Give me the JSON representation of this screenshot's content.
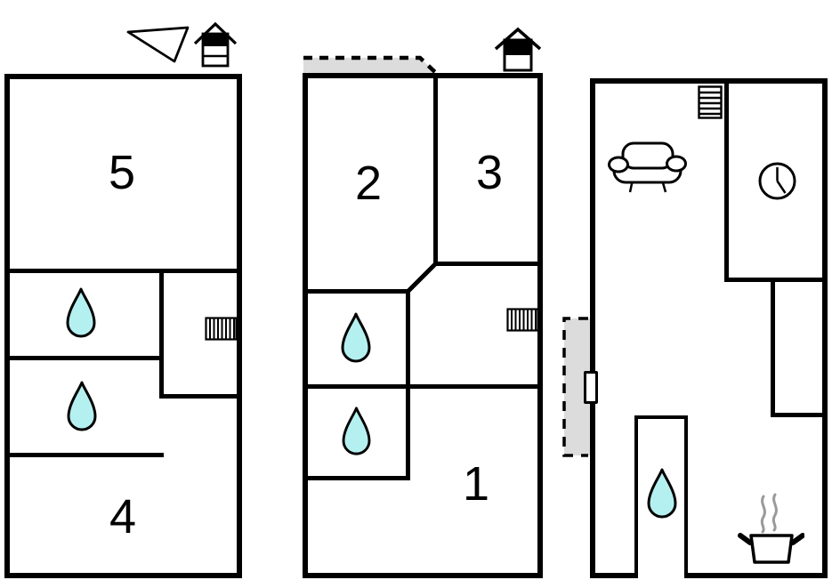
{
  "colors": {
    "wall": "#000000",
    "water_drop_fill": "#b5f0f1",
    "shaded_fill": "#dcdcdc",
    "steam": "#9a9a9a"
  },
  "floor_plans": {
    "left_unit": {
      "rooms": [
        {
          "label": "5"
        },
        {
          "label": "4"
        }
      ],
      "icons": [
        "north-arrow-icon",
        "chimney-icon",
        "water-drop-icon",
        "water-drop-icon",
        "radiator-icon"
      ]
    },
    "middle_unit": {
      "rooms": [
        {
          "label": "2"
        },
        {
          "label": "3"
        },
        {
          "label": "1"
        }
      ],
      "icons": [
        "chimney-icon",
        "dashed-overhang",
        "water-drop-icon",
        "water-drop-icon",
        "radiator-icon"
      ]
    },
    "right_unit": {
      "rooms": [],
      "icons": [
        "stairs-icon",
        "sofa-icon",
        "clock-icon",
        "entrance-porch",
        "door",
        "water-drop-icon",
        "cooking-pot-icon",
        "steam-icon"
      ]
    }
  }
}
